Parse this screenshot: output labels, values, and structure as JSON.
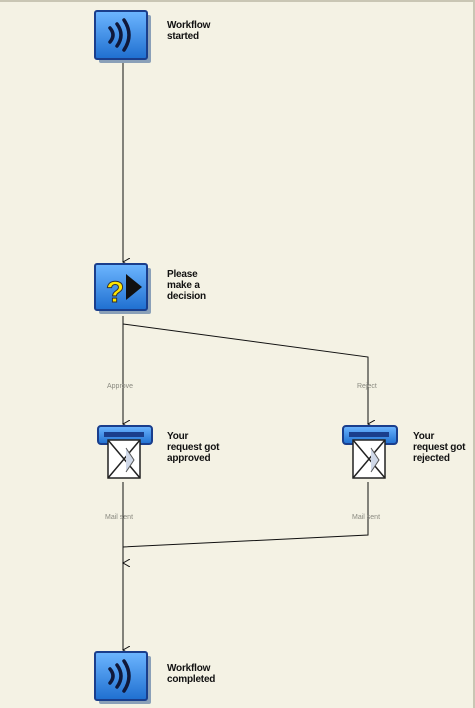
{
  "nodes": {
    "start": {
      "label": "Workflow\nstarted",
      "icon": "signal-waves-icon"
    },
    "decision": {
      "label": "Please\nmake a\ndecision",
      "icon": "question-arrow-icon"
    },
    "approved": {
      "label": "Your\nrequest got\napproved",
      "icon": "mail-envelope-icon"
    },
    "rejected": {
      "label": "Your\nrequest got\nrejected",
      "icon": "mail-envelope-icon"
    },
    "end": {
      "label": "Workflow\ncompleted",
      "icon": "signal-waves-icon"
    }
  },
  "edges": {
    "approve": "Approve",
    "reject": "Reject",
    "mail_sent_left": "Mail sent",
    "mail_sent_right": "Mail sent"
  },
  "colors": {
    "icon_blue": "#3a8ee0",
    "icon_border": "#1a3e8c",
    "question_yellow": "#ffe600",
    "line": "#111111"
  }
}
